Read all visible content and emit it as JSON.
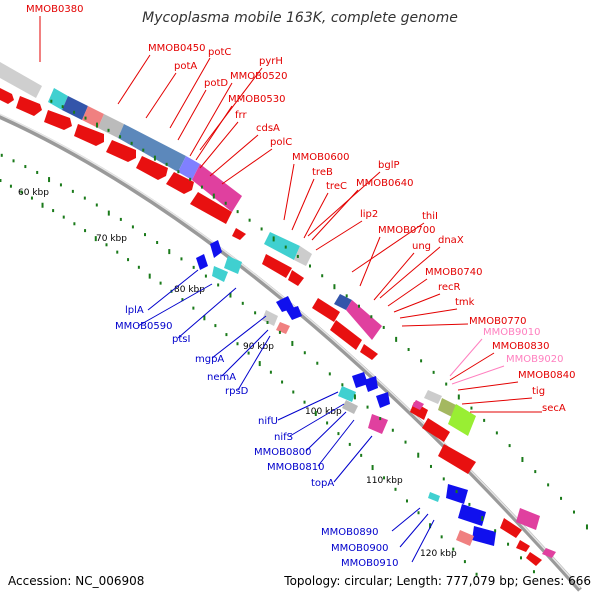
{
  "title": "Mycoplasma mobile 163K, complete genome",
  "accession_text": "Accession: NC_006908",
  "summary_text": "Topology: circular; Length: 777,079 bp; Genes: 666",
  "colors": {
    "red_label": "#e30000",
    "blue_label": "#0000cc",
    "pink_label": "#ff7fbf",
    "backbone": "#9a9a9a",
    "tick": "#1a7a1a"
  },
  "kbp_ticks": [
    "60 kbp",
    "70 kbp",
    "80 kbp",
    "90 kbp",
    "100 kbp",
    "110 kbp",
    "120 kbp"
  ],
  "forward_labels": [
    "MMOB0380",
    "MMOB0450",
    "potC",
    "potA",
    "pyrH",
    "potD",
    "MMOB0520",
    "MMOB0530",
    "frr",
    "cdsA",
    "polC",
    "MMOB0600",
    "bglP",
    "treB",
    "treC",
    "MMOB0640",
    "lip2",
    "thiI",
    "MMOB0700",
    "dnaX",
    "ung",
    "MMOB0740",
    "recR",
    "tmk",
    "MMOB0770",
    "MMOB9010",
    "MMOB0830",
    "MMOB9020",
    "MMOB0840",
    "tig",
    "secA"
  ],
  "reverse_labels": [
    "lplA",
    "MMOB0590",
    "ptsI",
    "mgpA",
    "nemA",
    "rpsD",
    "nifU",
    "nifS",
    "MMOB0800",
    "MMOB0810",
    "topA",
    "MMOB0890",
    "MMOB0900",
    "MMOB0910"
  ]
}
